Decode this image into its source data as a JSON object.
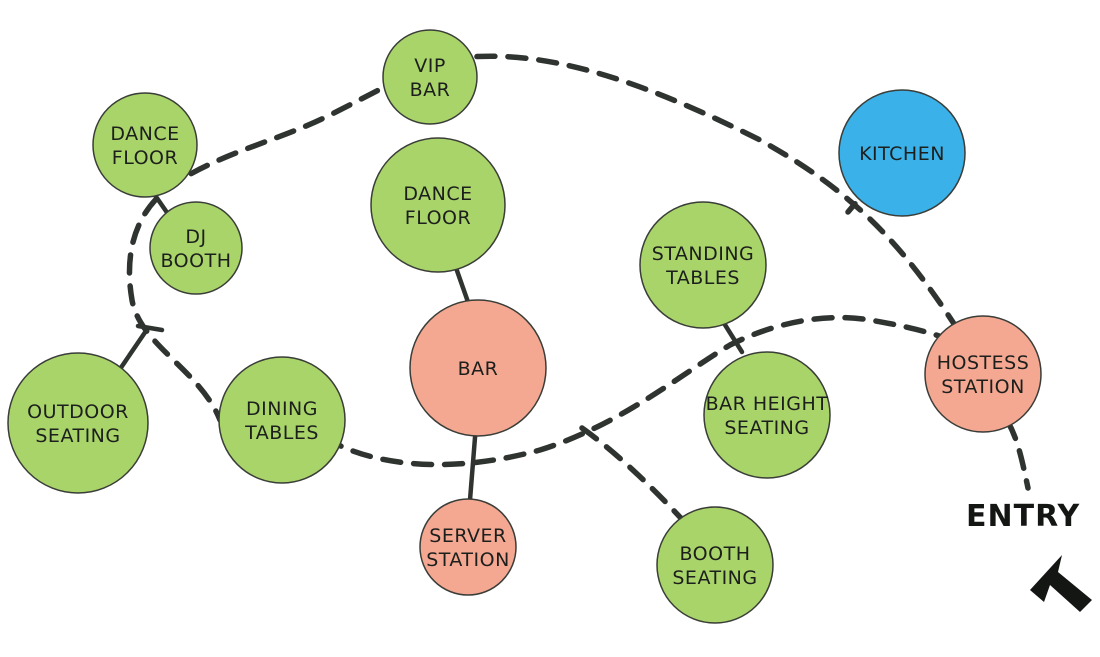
{
  "diagram": {
    "colors": {
      "green": "#a9d46a",
      "red": "#f4a892",
      "blue": "#3ab1e8",
      "line": "#2f3431"
    },
    "nodes": [
      {
        "id": "dance-floor-left",
        "lines": [
          "DANCE",
          "FLOOR"
        ],
        "color": "green"
      },
      {
        "id": "dj-booth",
        "lines": [
          "DJ",
          "BOOTH"
        ],
        "color": "green"
      },
      {
        "id": "vip-bar",
        "lines": [
          "VIP",
          "BAR"
        ],
        "color": "green"
      },
      {
        "id": "dance-floor-center",
        "lines": [
          "DANCE",
          "FLOOR"
        ],
        "color": "green"
      },
      {
        "id": "kitchen",
        "lines": [
          "KITCHEN"
        ],
        "color": "blue"
      },
      {
        "id": "standing-tables",
        "lines": [
          "STANDING",
          "TABLES"
        ],
        "color": "green"
      },
      {
        "id": "bar",
        "lines": [
          "BAR"
        ],
        "color": "red"
      },
      {
        "id": "hostess-station",
        "lines": [
          "HOSTESS",
          "STATION"
        ],
        "color": "red"
      },
      {
        "id": "outdoor-seating",
        "lines": [
          "OUTDOOR",
          "SEATING"
        ],
        "color": "green"
      },
      {
        "id": "dining-tables",
        "lines": [
          "DINING",
          "TABLES"
        ],
        "color": "green"
      },
      {
        "id": "bar-height-seating",
        "lines": [
          "BAR HEIGHT",
          "SEATING"
        ],
        "color": "green"
      },
      {
        "id": "server-station",
        "lines": [
          "SERVER",
          "STATION"
        ],
        "color": "red"
      },
      {
        "id": "booth-seating",
        "lines": [
          "BOOTH",
          "SEATING"
        ],
        "color": "green"
      }
    ],
    "entry_label": "ENTRY"
  }
}
